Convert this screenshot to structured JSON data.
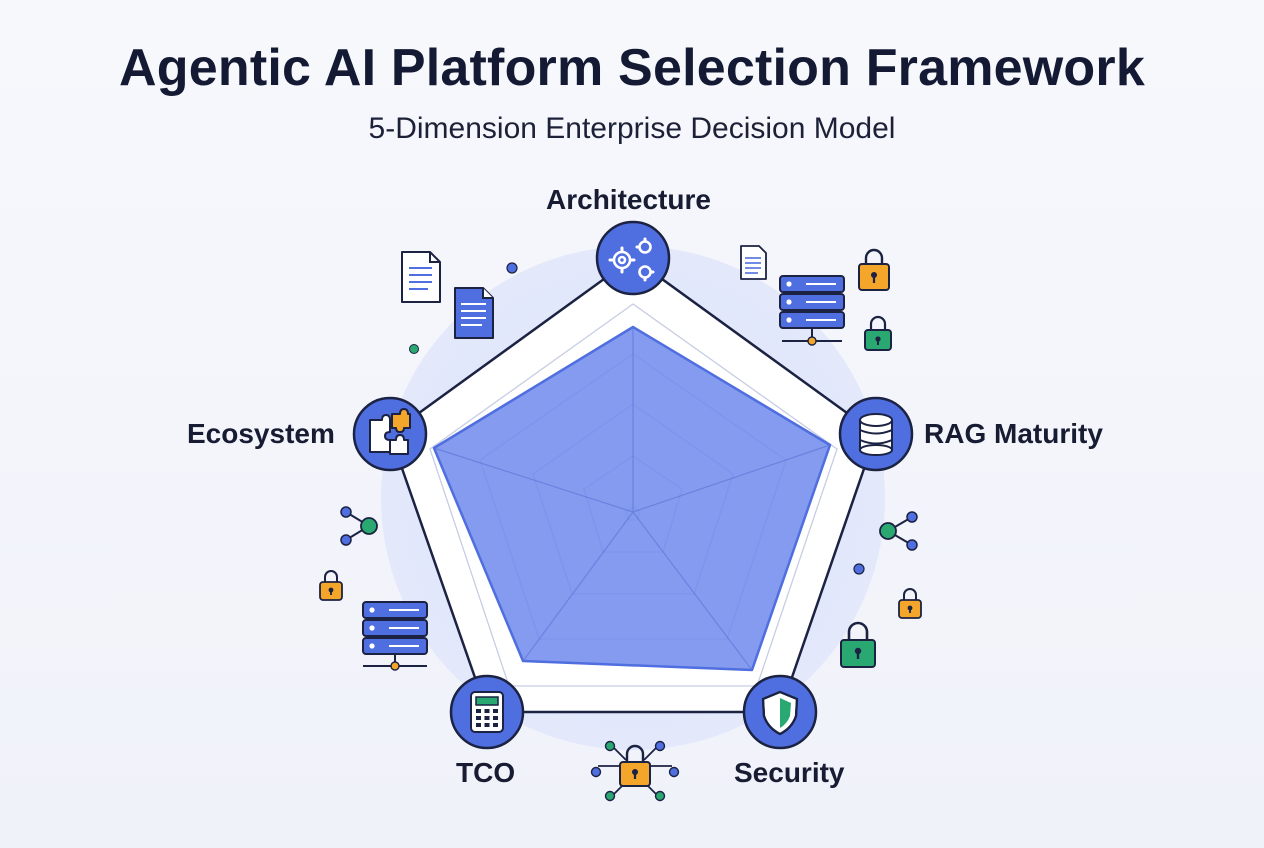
{
  "header": {
    "title": "Agentic AI Platform Selection Framework",
    "subtitle": "5-Dimension Enterprise Decision Model"
  },
  "dimensions": [
    {
      "label": "Architecture",
      "icon": "gears-icon"
    },
    {
      "label": "RAG Maturity",
      "icon": "database-icon"
    },
    {
      "label": "Security",
      "icon": "shield-icon"
    },
    {
      "label": "TCO",
      "icon": "calculator-icon"
    },
    {
      "label": "Ecosystem",
      "icon": "puzzle-icon"
    }
  ],
  "colors": {
    "accent": "#4f6ee0",
    "fill": "#6f8aec",
    "green": "#2aa871",
    "orange": "#f4a62a",
    "navy": "#1b2242"
  }
}
